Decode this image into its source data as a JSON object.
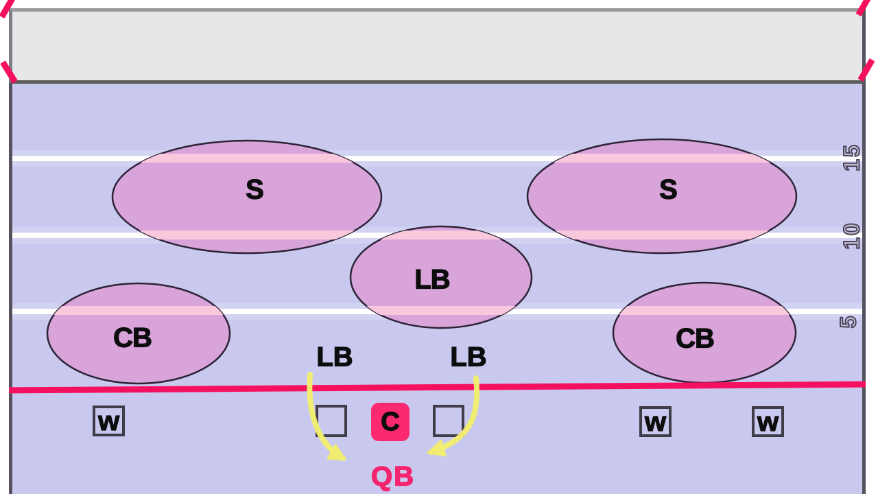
{
  "colors": {
    "field": "#c9c9ef",
    "endzone": "#e7e7e7",
    "zone_fill": "#d8a4da",
    "zone_stripe": "#fac8dd",
    "zone_border": "#2c2337",
    "yard_line": "#ffffff",
    "scrimmage_line": "#f5115f",
    "pylon": "#f5115f",
    "arrow": "#f3ef6d",
    "center_badge": "#fb2a70",
    "qb_text": "#f5246d"
  },
  "field": {
    "yard_numbers": [
      {
        "label": "15"
      },
      {
        "label": "10"
      },
      {
        "label": "5"
      }
    ]
  },
  "defense": {
    "zones": [
      {
        "id": "safety-left",
        "label": "S"
      },
      {
        "id": "safety-right",
        "label": "S"
      },
      {
        "id": "linebacker-middle",
        "label": "LB"
      },
      {
        "id": "cornerback-left",
        "label": "CB"
      },
      {
        "id": "cornerback-right",
        "label": "CB"
      }
    ],
    "blitzing_linebackers": [
      {
        "label": "LB"
      },
      {
        "label": "LB"
      }
    ]
  },
  "offense": {
    "center": {
      "label": "C"
    },
    "quarterback": {
      "label": "QB"
    },
    "receivers": [
      {
        "label": "w"
      },
      {
        "label": "w"
      },
      {
        "label": "w"
      }
    ]
  }
}
